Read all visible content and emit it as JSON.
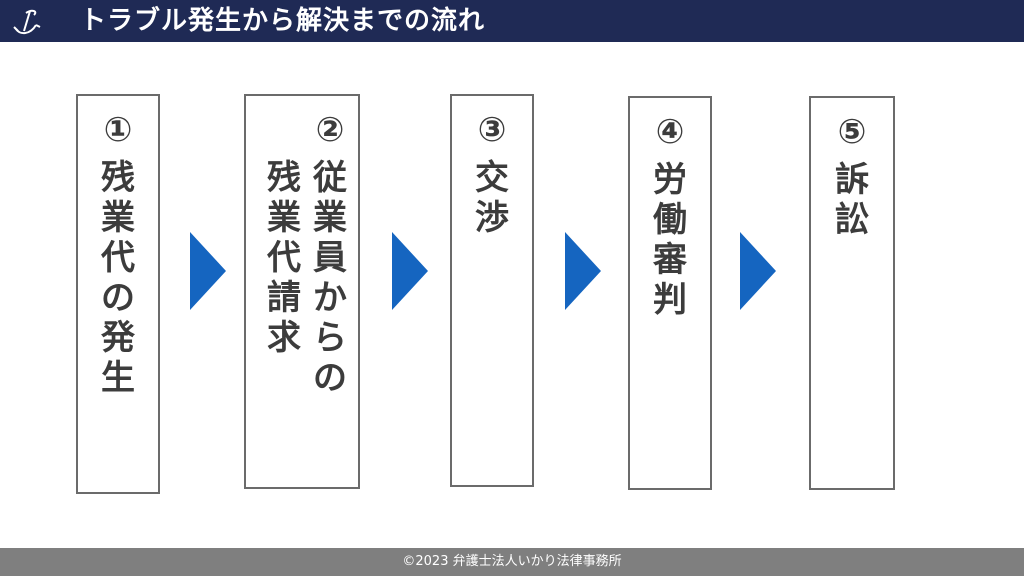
{
  "header": {
    "title": "トラブル発生から解決までの流れ",
    "logo_icon": "anchor-signature-icon"
  },
  "steps": [
    {
      "number": "①",
      "lines": [
        "残業代の発生"
      ]
    },
    {
      "number": "②",
      "lines": [
        "従業員からの",
        "残業代請求"
      ]
    },
    {
      "number": "③",
      "lines": [
        "交渉"
      ]
    },
    {
      "number": "④",
      "lines": [
        "労働審判"
      ]
    },
    {
      "number": "⑤",
      "lines": [
        "訴訟"
      ]
    }
  ],
  "arrow_icon": "chevron-right-triangle-icon",
  "colors": {
    "header_bg": "#1f2a55",
    "arrow": "#1565c0",
    "box_border": "#6b6b6b",
    "text": "#3c3c3c",
    "footer_bg": "#7f7f7f"
  },
  "footer": {
    "copyright": "©2023 弁護士法人いかり法律事務所"
  }
}
